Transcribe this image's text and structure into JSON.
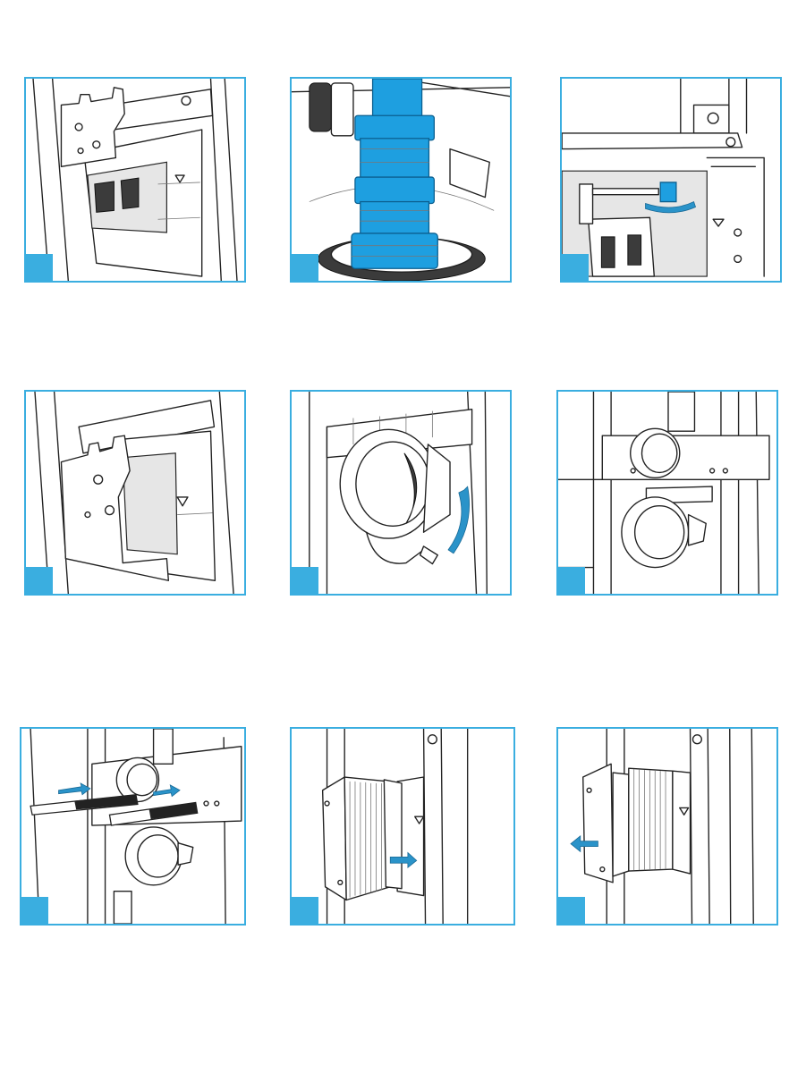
{
  "page": {
    "accent_color": "#3aaee0",
    "background": "#ffffff"
  },
  "steps": [
    {
      "id": 1,
      "icon": "mounting-plate-icon"
    },
    {
      "id": 2,
      "icon": "blue-pipe-connector-icon"
    },
    {
      "id": 3,
      "icon": "water-inlet-valve-icon"
    },
    {
      "id": 4,
      "icon": "mounting-plate-icon"
    },
    {
      "id": 5,
      "icon": "drain-elbow-clamp-icon"
    },
    {
      "id": 6,
      "icon": "frame-drain-pipe-icon"
    },
    {
      "id": 7,
      "icon": "support-rods-icon"
    },
    {
      "id": 8,
      "icon": "bellows-insert-icon"
    },
    {
      "id": 9,
      "icon": "bellows-remove-icon"
    }
  ]
}
